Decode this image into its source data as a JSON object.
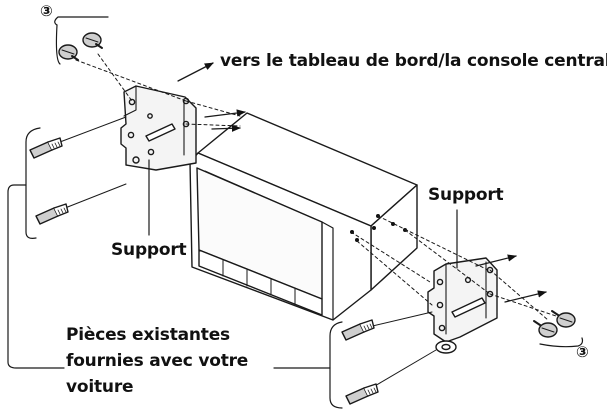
{
  "labels": {
    "screw_ref_top": "③",
    "screw_ref_bottom": "③",
    "direction": "vers le tableau de bord/la console centrale",
    "support_left": "Support",
    "support_right": "Support",
    "existing_parts_line1": "Pièces existantes",
    "existing_parts_line2": "fournies avec votre",
    "existing_parts_line3": "voiture"
  },
  "colors": {
    "ink": "#111111",
    "line": "#1a1a1a",
    "bracket_fill": "#f4f4f4",
    "screen_fill": "#fbfbfb",
    "screw_fill": "#cfcfcf",
    "background": "#ffffff"
  }
}
